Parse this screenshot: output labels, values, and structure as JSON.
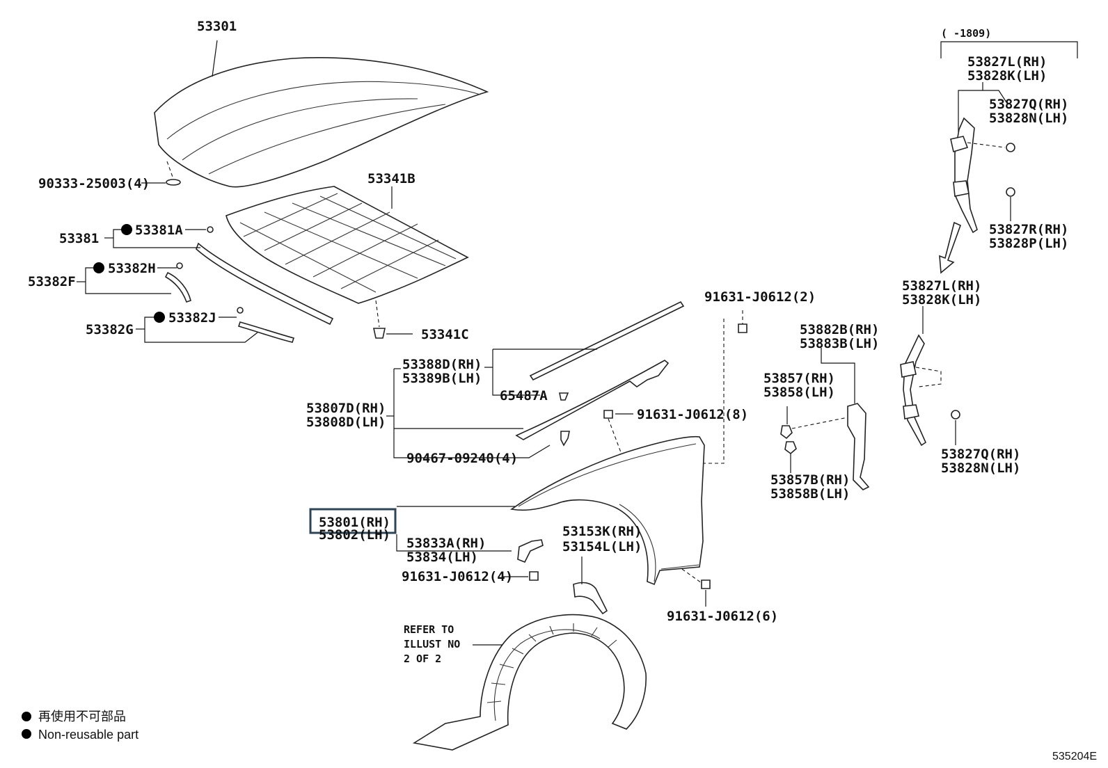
{
  "labels": {
    "p53301": "53301",
    "p90333": "90333-25003(4)",
    "p53341B": "53341B",
    "p53381": "53381",
    "p53381A": "53381A",
    "p53382F": "53382F",
    "p53382H": "53382H",
    "p53382G": "53382G",
    "p53382J": "53382J",
    "p53341C": "53341C",
    "p91631_2": "91631-J0612(2)",
    "p53388D": "53388D(RH)",
    "p53389B": "53389B(LH)",
    "p65487A": "65487A",
    "p53807D": "53807D(RH)",
    "p53808D": "53808D(LH)",
    "p91631_8": "91631-J0612(8)",
    "p90467": "90467-09240(4)",
    "p53801": "53801(RH)",
    "p53802": "53802(LH)",
    "p53833A": "53833A(RH)",
    "p53834": "53834(LH)",
    "p91631_4": "91631-J0612(4)",
    "p53153K": "53153K(RH)",
    "p53154L": "53154L(LH)",
    "p91631_6": "91631-J0612(6)",
    "p53882B": "53882B(RH)",
    "p53883B": "53883B(LH)",
    "p53857": "53857(RH)",
    "p53858": "53858(LH)",
    "p53857B": "53857B(RH)",
    "p53858B": "53858B(LH)",
    "range": "(      -1809)",
    "p53827L_a": "53827L(RH)",
    "p53828K_a": "53828K(LH)",
    "p53827Q_a": "53827Q(RH)",
    "p53828N_a": "53828N(LH)",
    "p53827R": "53827R(RH)",
    "p53828P": "53828P(LH)",
    "p53827L_b": "53827L(RH)",
    "p53828K_b": "53828K(LH)",
    "p53827Q_b": "53827Q(RH)",
    "p53828N_b": "53828N(LH)"
  },
  "refer_note": {
    "line1": "REFER TO",
    "line2": "ILLUST NO",
    "line3": "2 OF 2"
  },
  "legend": {
    "cn": "再使用不可部品",
    "en": "Non-reusable part"
  },
  "diagram_code": "535204E",
  "highlight_color": "#2f4454"
}
